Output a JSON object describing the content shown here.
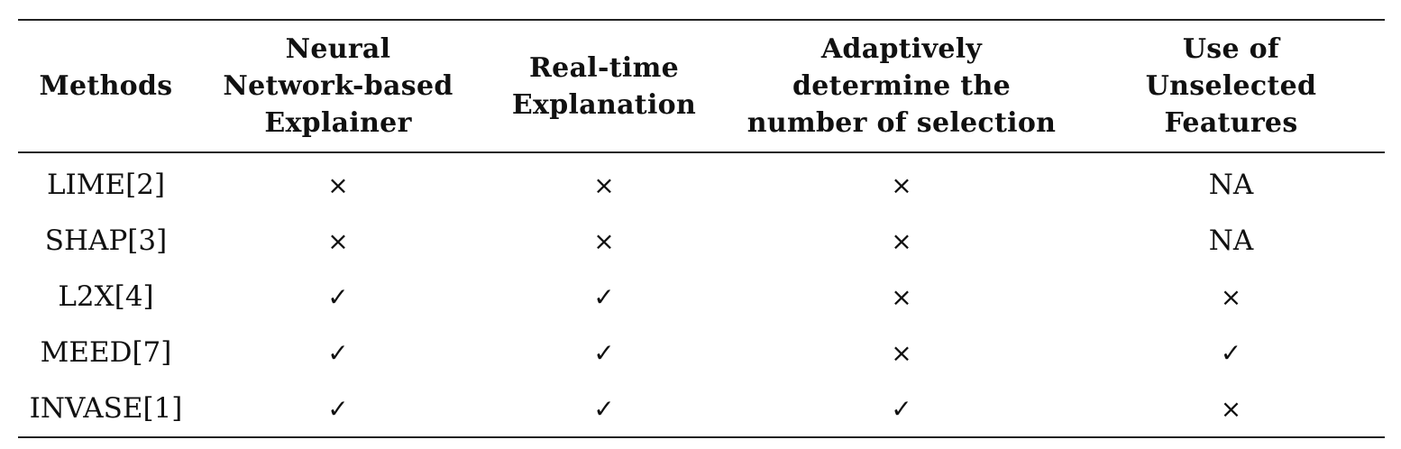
{
  "table": {
    "headers": [
      [
        "Methods"
      ],
      [
        "Neural",
        "Network-based",
        "Explainer"
      ],
      [
        "Real-time",
        "Explanation"
      ],
      [
        "Adaptively",
        "determine the",
        "number of selection"
      ],
      [
        "Use of",
        "Unselected",
        "Features"
      ]
    ],
    "rows": [
      [
        "LIME[2]",
        "×",
        "×",
        "×",
        "NA"
      ],
      [
        "SHAP[3]",
        "×",
        "×",
        "×",
        "NA"
      ],
      [
        "L2X[4]",
        "✓",
        "✓",
        "×",
        "×"
      ],
      [
        "MEED[7]",
        "✓",
        "✓",
        "×",
        "✓"
      ],
      [
        "INVASE[1]",
        "✓",
        "✓",
        "✓",
        "×"
      ]
    ]
  }
}
